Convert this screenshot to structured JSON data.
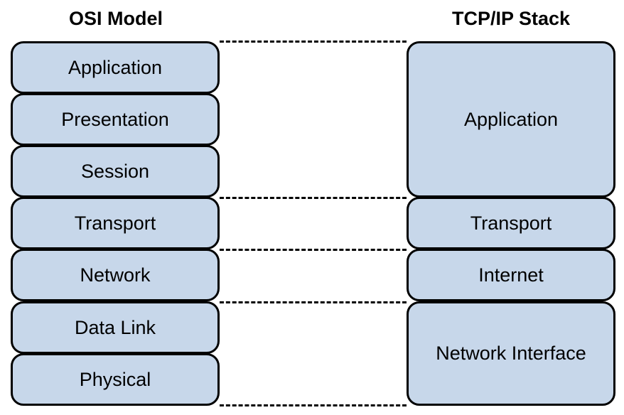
{
  "osi": {
    "title": "OSI Model",
    "layers": [
      "Application",
      "Presentation",
      "Session",
      "Transport",
      "Network",
      "Data Link",
      "Physical"
    ]
  },
  "tcpip": {
    "title": "TCP/IP Stack",
    "layers": [
      "Application",
      "Transport",
      "Internet",
      "Network Interface"
    ]
  },
  "colors": {
    "layer_fill": "#c7d7ea",
    "stroke": "#000000"
  }
}
